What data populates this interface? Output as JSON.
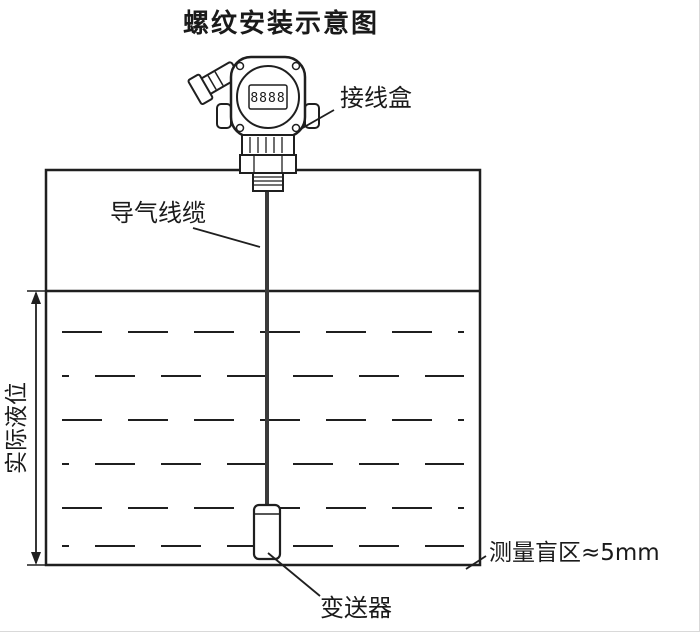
{
  "title": "螺纹安装示意图",
  "diagram": {
    "junction_box_label": "接线盒",
    "air_cable_label": "导气线缆",
    "actual_level_label": "实际液位",
    "blind_zone_label": "测量盲区≈5mm",
    "transmitter_label": "变送器",
    "lcd_digits": "8888"
  },
  "colors": {
    "line": "#1f1f1f",
    "cable": "#3a3a3a",
    "background": "#ffffff"
  }
}
